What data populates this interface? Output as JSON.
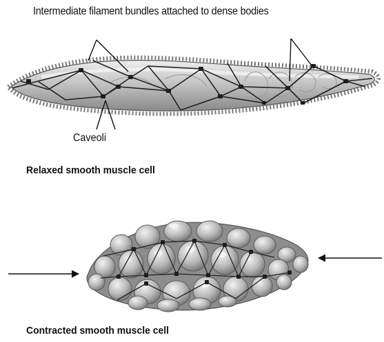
{
  "labels": {
    "filament_label": "Intermediate filament bundles attached to dense bodies",
    "caveoli_label": "Caveoli",
    "relaxed_label": "Relaxed smooth muscle cell",
    "contracted_label": "Contracted smooth muscle cell"
  }
}
